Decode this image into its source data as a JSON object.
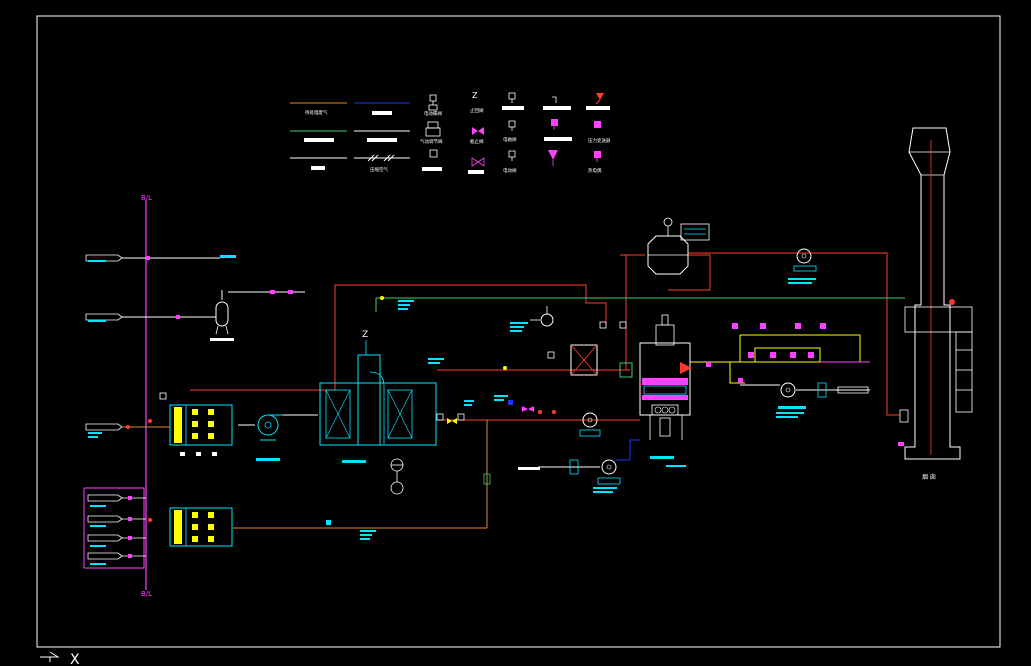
{
  "colors": {
    "background": "#000000",
    "frame": "#ffffff",
    "waste_gas": "#ff3b30",
    "fresh_air": "#3cd070",
    "process": "#00e5ff",
    "utility": "#ff40ff",
    "yellow": "#ffff00",
    "orange": "#e08a2a",
    "blue": "#2233ff",
    "white": "#ffffff"
  },
  "legend": {
    "items": [
      {
        "label": "待处理废气",
        "line_color": "#e08a2a",
        "symbol": "line"
      },
      {
        "label": "",
        "line_color": "#2233ff",
        "symbol": "line"
      },
      {
        "label": "",
        "line_color": "#3cd070",
        "symbol": "line"
      },
      {
        "label": "",
        "line_color": "#ffffff",
        "symbol": "line"
      },
      {
        "label": "压缩空气",
        "line_color": "#ffffff",
        "symbol": "hatch-line"
      },
      {
        "label": "电动蝶阀",
        "symbol": "motor-valve-icon"
      },
      {
        "label": "气动调节阀",
        "symbol": "pneumatic-valve-icon"
      },
      {
        "label": "止回阀",
        "symbol": "check-valve-icon"
      },
      {
        "label": "截止阀",
        "symbol": "globe-valve-icon"
      },
      {
        "label": "电磁阀",
        "symbol": "solenoid-valve-icon"
      },
      {
        "label": "电动阀",
        "symbol": "electric-valve-icon"
      },
      {
        "label": "压力变送器",
        "symbol": "pressure-transmitter-icon"
      },
      {
        "label": "热电偶",
        "symbol": "thermocouple-icon"
      }
    ]
  },
  "drawing": {
    "stack_label": "烟 囱",
    "header_labels": [
      "B/L",
      "B/L"
    ]
  },
  "footer": {
    "ucs_x": "X"
  }
}
